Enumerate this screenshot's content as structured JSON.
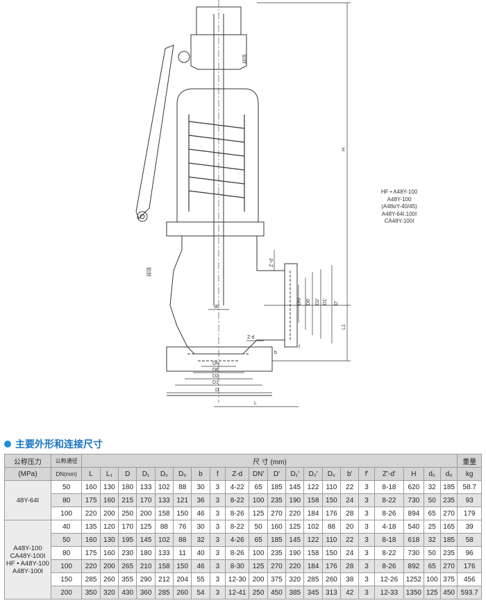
{
  "drawing": {
    "dim_labels": {
      "H": "H",
      "L1": "L1",
      "L": "L",
      "D": "D",
      "D1": "D1",
      "D2": "D2",
      "D6": "D6",
      "DN": "DN",
      "d0": "d0",
      "Zd": "Z-d",
      "b": "b",
      "f": "f",
      "Zd_prime": "Z'-d'",
      "DN_prime": "DN'",
      "D6_prime": "D6'",
      "D2_prime": "D2'",
      "D1_prime": "D1'",
      "D_prime": "D'",
      "f_prime": "f'",
      "b_prime": "b'"
    },
    "seal_labels": [
      "铅封",
      "铅封"
    ]
  },
  "model_list": [
    "HF • A48Y-100",
    "A48Y-100",
    "(A48αY-40/45)",
    "A48Y-64I.100I",
    "CA48Y-100I"
  ],
  "section": {
    "title": "主要外形和连接尺寸"
  },
  "table": {
    "header": {
      "pressure": "公称压力",
      "pressure_unit": "(MPa)",
      "dn": "公称通径",
      "dn_unit": "DN(mm)",
      "size": "尺   寸   (mm)",
      "weight": "重量",
      "weight_unit": "kg",
      "cols": [
        "L",
        "L₁",
        "D",
        "D₁",
        "D₂",
        "D₆",
        "b",
        "f",
        "Z-d",
        "DN'",
        "D'",
        "D₁'",
        "D₂'",
        "D₆",
        "b'",
        "f'",
        "Z'-d'",
        "H",
        "d₀",
        "d₀"
      ]
    },
    "groups": [
      {
        "label": "48Y-64I",
        "rows": [
          [
            "50",
            "160",
            "130",
            "180",
            "133",
            "102",
            "88",
            "30",
            "3",
            "4-22",
            "65",
            "185",
            "145",
            "122",
            "110",
            "22",
            "3",
            "8-18",
            "620",
            "32",
            "185",
            "58.7"
          ],
          [
            "80",
            "175",
            "160",
            "215",
            "170",
            "133",
            "121",
            "36",
            "3",
            "8-22",
            "100",
            "235",
            "190",
            "158",
            "150",
            "24",
            "3",
            "8-22",
            "730",
            "50",
            "235",
            "93"
          ],
          [
            "100",
            "220",
            "200",
            "250",
            "200",
            "158",
            "150",
            "46",
            "3",
            "8-26",
            "125",
            "270",
            "220",
            "184",
            "176",
            "28",
            "3",
            "8-26",
            "894",
            "65",
            "270",
            "179"
          ]
        ]
      },
      {
        "label": "A48Y-100\nCA48Y-100I\nHF • A48Y-100\nA48Y-100I",
        "rows": [
          [
            "40",
            "135",
            "120",
            "170",
            "125",
            "88",
            "76",
            "30",
            "3",
            "8-22",
            "50",
            "160",
            "125",
            "102",
            "88",
            "20",
            "3",
            "4-18",
            "540",
            "25",
            "165",
            "39"
          ],
          [
            "50",
            "160",
            "130",
            "195",
            "145",
            "102",
            "88",
            "32",
            "3",
            "4-26",
            "65",
            "185",
            "145",
            "122",
            "110",
            "22",
            "3",
            "8-18",
            "618",
            "32",
            "185",
            "58"
          ],
          [
            "80",
            "175",
            "160",
            "230",
            "180",
            "133",
            "11",
            "40",
            "3",
            "8-26",
            "100",
            "235",
            "190",
            "158",
            "150",
            "24",
            "3",
            "8-22",
            "730",
            "50",
            "235",
            "96"
          ],
          [
            "100",
            "220",
            "200",
            "265",
            "210",
            "158",
            "150",
            "46",
            "3",
            "8-30",
            "125",
            "270",
            "220",
            "184",
            "176",
            "28",
            "3",
            "8-26",
            "892",
            "65",
            "270",
            "176"
          ],
          [
            "150",
            "285",
            "260",
            "355",
            "290",
            "212",
            "204",
            "55",
            "3",
            "12-30",
            "200",
            "375",
            "320",
            "285",
            "260",
            "38",
            "3",
            "12-26",
            "1252",
            "100",
            "375",
            "456"
          ],
          [
            "200",
            "350",
            "320",
            "430",
            "360",
            "285",
            "260",
            "54",
            "3",
            "12-41",
            "250",
            "450",
            "385",
            "345",
            "313",
            "42",
            "3",
            "12-33",
            "1350",
            "125",
            "450",
            "593.7"
          ]
        ]
      }
    ]
  },
  "colors": {
    "accent": "#1a90d6",
    "title": "#1a74c0",
    "header_bg": "#d5d5d5",
    "line": "#333333"
  }
}
